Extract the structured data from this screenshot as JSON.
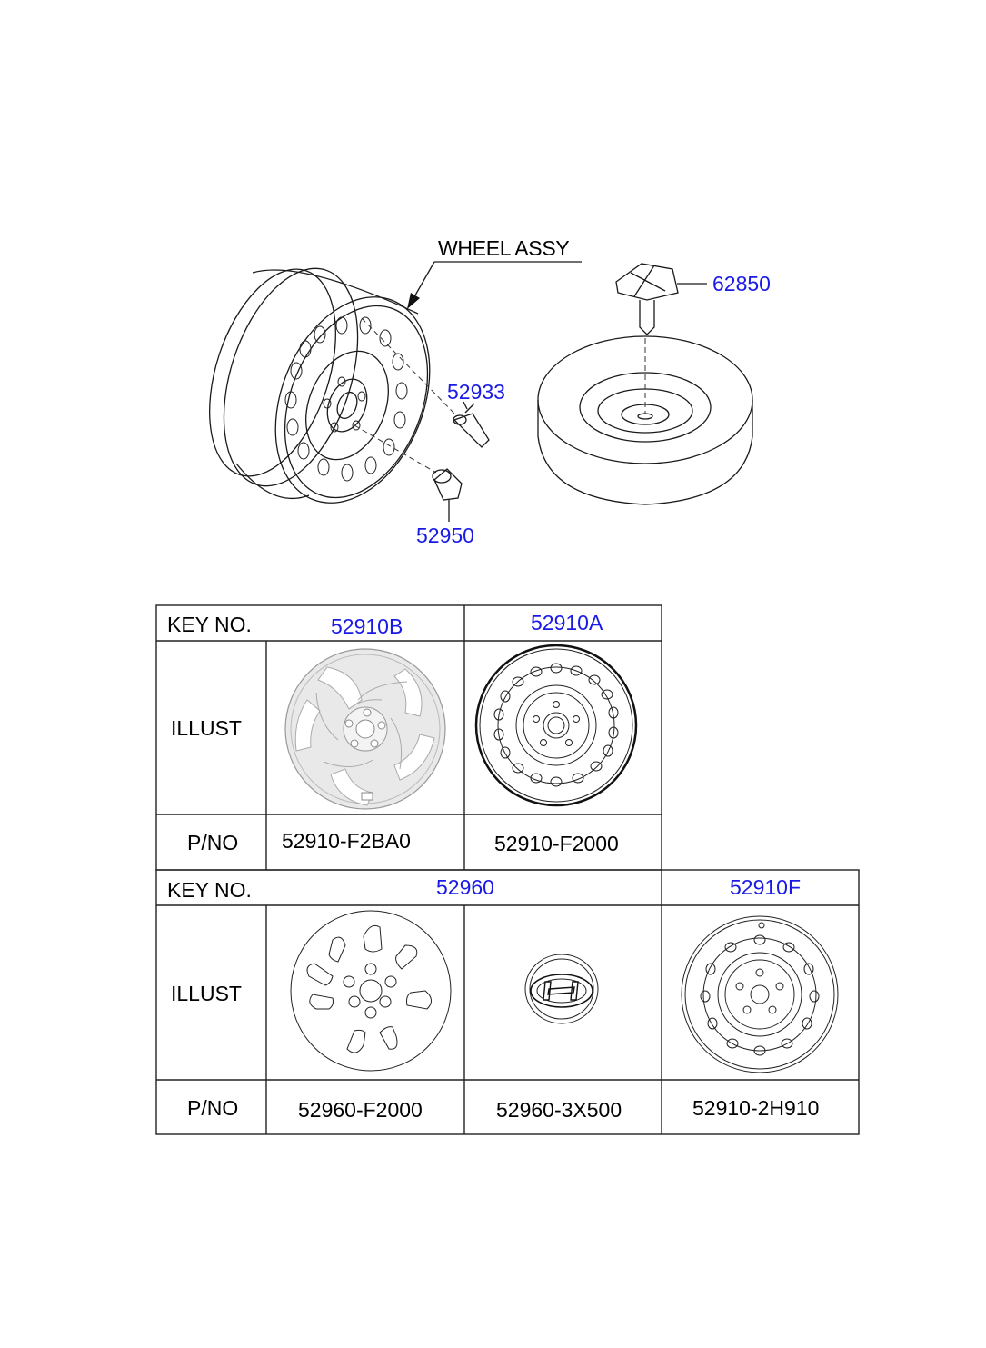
{
  "diagram": {
    "callouts": {
      "wheel_assy": "WHEEL ASSY",
      "p62850": "62850",
      "p52933": "52933",
      "p52950": "52950"
    },
    "table1": {
      "key_label": "KEY NO.",
      "illust_label": "ILLUST",
      "pno_label": "P/NO",
      "columns": [
        {
          "key": "52910B",
          "pno": "52910-F2BA0"
        },
        {
          "key": "52910A",
          "pno": "52910-F2000"
        }
      ]
    },
    "table2": {
      "key_label": "KEY NO.",
      "illust_label": "ILLUST",
      "pno_label": "P/NO",
      "keys": [
        "52960",
        "52910F"
      ],
      "pnos": [
        "52960-F2000",
        "52960-3X500",
        "52910-2H910"
      ]
    },
    "colors": {
      "key_text": "#1a1ae6",
      "line": "#1a1a1a"
    }
  }
}
